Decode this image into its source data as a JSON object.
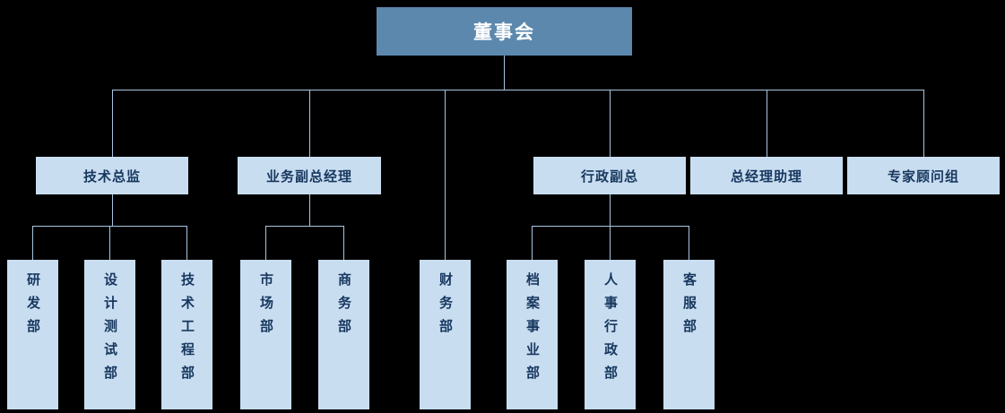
{
  "colors": {
    "bg": "#000000",
    "rootFill": "#5C88AE",
    "rootText": "#FFFFFF",
    "boxFill": "#C9DDF1",
    "boxText": "#17375E",
    "line": "#A8C6E0"
  },
  "org": {
    "type": "org-chart",
    "root": {
      "label": "董事会"
    },
    "level2": [
      {
        "label": "技术总监",
        "parent": "董事会"
      },
      {
        "label": "业务副总经理",
        "parent": "董事会"
      },
      {
        "label": "行政副总",
        "parent": "董事会"
      },
      {
        "label": "总经理助理",
        "parent": "董事会"
      },
      {
        "label": "专家顾问组",
        "parent": "董事会"
      }
    ],
    "departments": [
      {
        "label": "研发部",
        "parent": "技术总监"
      },
      {
        "label": "设计测试部",
        "parent": "技术总监"
      },
      {
        "label": "技术工程部",
        "parent": "技术总监"
      },
      {
        "label": "市场部",
        "parent": "业务副总经理"
      },
      {
        "label": "商务部",
        "parent": "业务副总经理"
      },
      {
        "label": "财务部",
        "parent": "董事会"
      },
      {
        "label": "档案事业部",
        "parent": "行政副总"
      },
      {
        "label": "人事行政部",
        "parent": "行政副总"
      },
      {
        "label": "客服部",
        "parent": "行政副总"
      }
    ]
  }
}
